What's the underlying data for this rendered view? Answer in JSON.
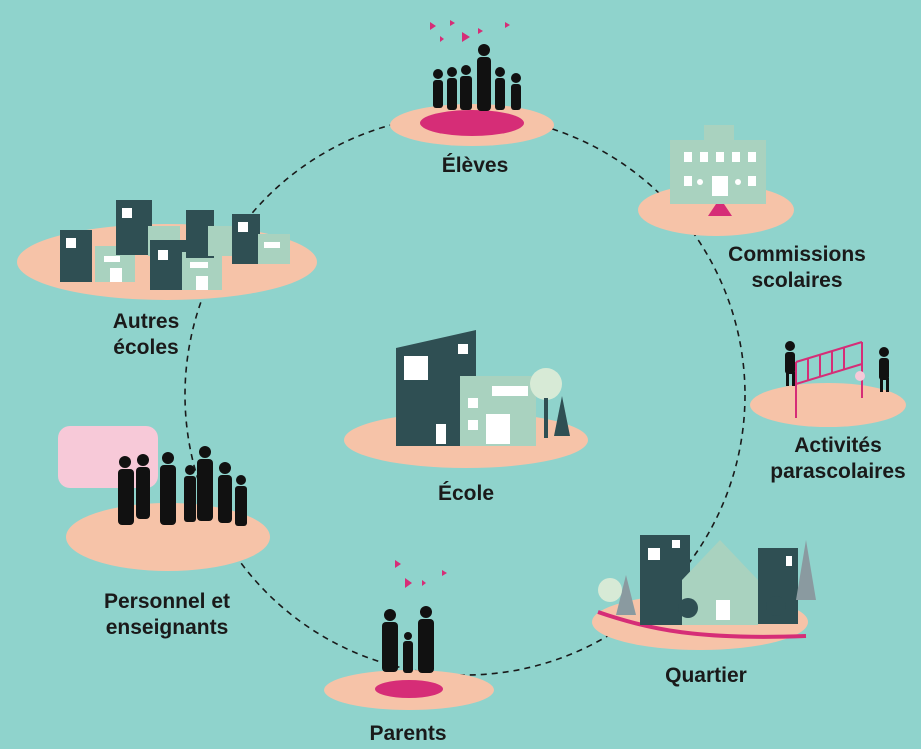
{
  "labels": {
    "eleves": "Élèves",
    "commissions": "Commissions\nscolaires",
    "activites": "Activités\nparascolaires",
    "quartier": "Quartier",
    "parents": "Parents",
    "personnel": "Personnel et\nenseignants",
    "autres_ecoles": "Autres\nécoles",
    "ecole": "École"
  },
  "colors": {
    "background": "#8fd3cc",
    "platform": "#f6c3a8",
    "accent": "#d62d77",
    "building_dark": "#2f4f53",
    "building_light": "#a9d2bf",
    "silhouette": "#111111"
  }
}
